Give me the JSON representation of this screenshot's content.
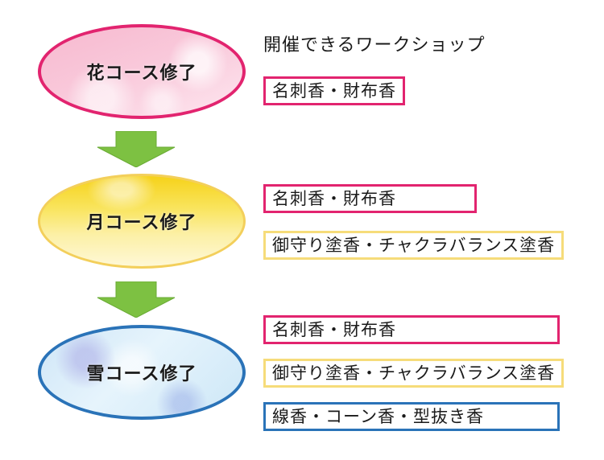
{
  "heading": "開催できるワークショップ",
  "courses": [
    {
      "name": "花コース修了",
      "theme": "sakura",
      "border_color": "#e2246f",
      "workshops": [
        {
          "label": "名刺香・財布香",
          "border_color": "#e2246f"
        }
      ]
    },
    {
      "name": "月コース修了",
      "theme": "moon",
      "border_color": "#f3cf5b",
      "workshops": [
        {
          "label": "名刺香・財布香",
          "border_color": "#e2246f"
        },
        {
          "label": "御守り塗香・チャクラバランス塗香",
          "border_color": "#f6dc7a"
        }
      ]
    },
    {
      "name": "雪コース修了",
      "theme": "snow",
      "border_color": "#2a73b8",
      "workshops": [
        {
          "label": "名刺香・財布香",
          "border_color": "#e2246f"
        },
        {
          "label": "御守り塗香・チャクラバランス塗香",
          "border_color": "#f6dc7a"
        },
        {
          "label": "線香・コーン香・型抜き香",
          "border_color": "#2a73b8"
        }
      ]
    }
  ],
  "arrow_color": "#7dc142",
  "arrows": [
    "down-arrow",
    "down-arrow"
  ]
}
